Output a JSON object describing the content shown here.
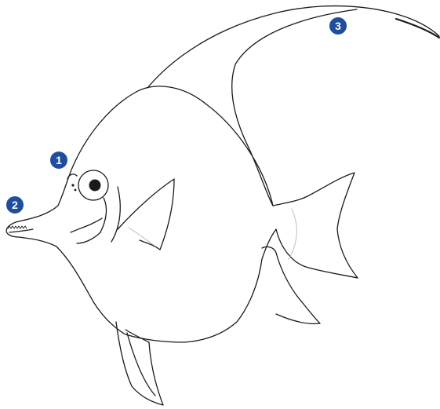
{
  "figure": {
    "markers": [
      {
        "label": "1"
      },
      {
        "label": "2"
      },
      {
        "label": "3"
      }
    ],
    "colors": {
      "marker_fill": "#1f4e9c",
      "outline": "#1a1a1a",
      "fin_ray_line": "#b8b8b8",
      "background": "#ffffff"
    }
  }
}
